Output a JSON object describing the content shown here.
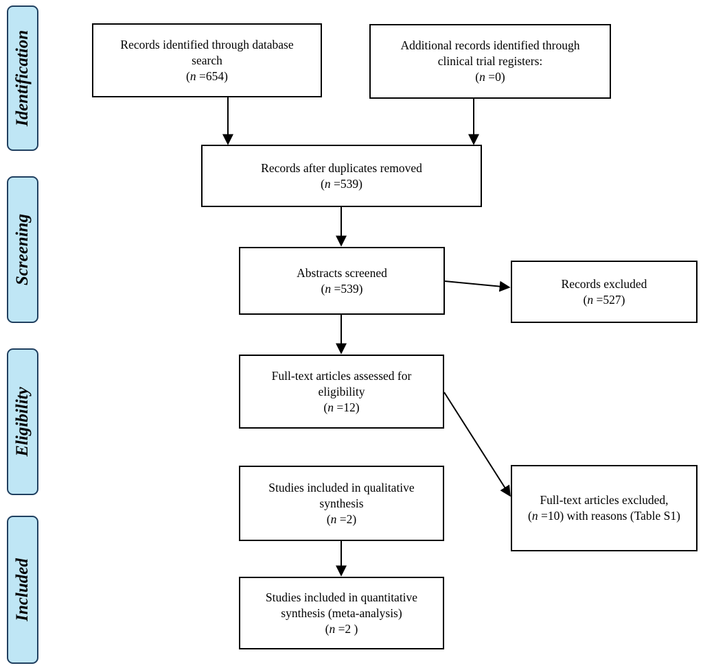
{
  "stages": {
    "identification": "Identification",
    "screening": "Screening",
    "eligibility": "Eligibility",
    "included": "Included"
  },
  "boxes": {
    "database_search": {
      "text": "Records identified through database search",
      "n_label": "n",
      "n_value": " =654)"
    },
    "registers": {
      "text": "Additional records identified through clinical trial registers:",
      "n_label": "n",
      "n_value": " =0)"
    },
    "duplicates_removed": {
      "text": "Records after duplicates removed",
      "n_label": "n",
      "n_value": " =539)"
    },
    "abstracts_screened": {
      "text": "Abstracts screened",
      "n_label": "n",
      "n_value": " =539)"
    },
    "records_excluded": {
      "text": "Records excluded",
      "n_label": "n",
      "n_value": " =527)"
    },
    "fulltext_assessed": {
      "text": "Full-text articles assessed for eligibility",
      "n_label": "n",
      "n_value": " =12)"
    },
    "fulltext_excluded": {
      "n_label": "n",
      "text": " =10) with reasons  (Table S1)",
      "prefix": "Full-text articles excluded,"
    },
    "qualitative": {
      "text": "Studies included in qualitative synthesis",
      "n_label": "n",
      "n_value": " =2)"
    },
    "quantitative": {
      "text": "Studies included in quantitative synthesis (meta-analysis)",
      "n_label": "n",
      "n_value": " =2 )"
    }
  },
  "colors": {
    "stage_fill": "#bfe6f5",
    "stage_border": "#1f3f5f",
    "box_border": "#000000"
  }
}
